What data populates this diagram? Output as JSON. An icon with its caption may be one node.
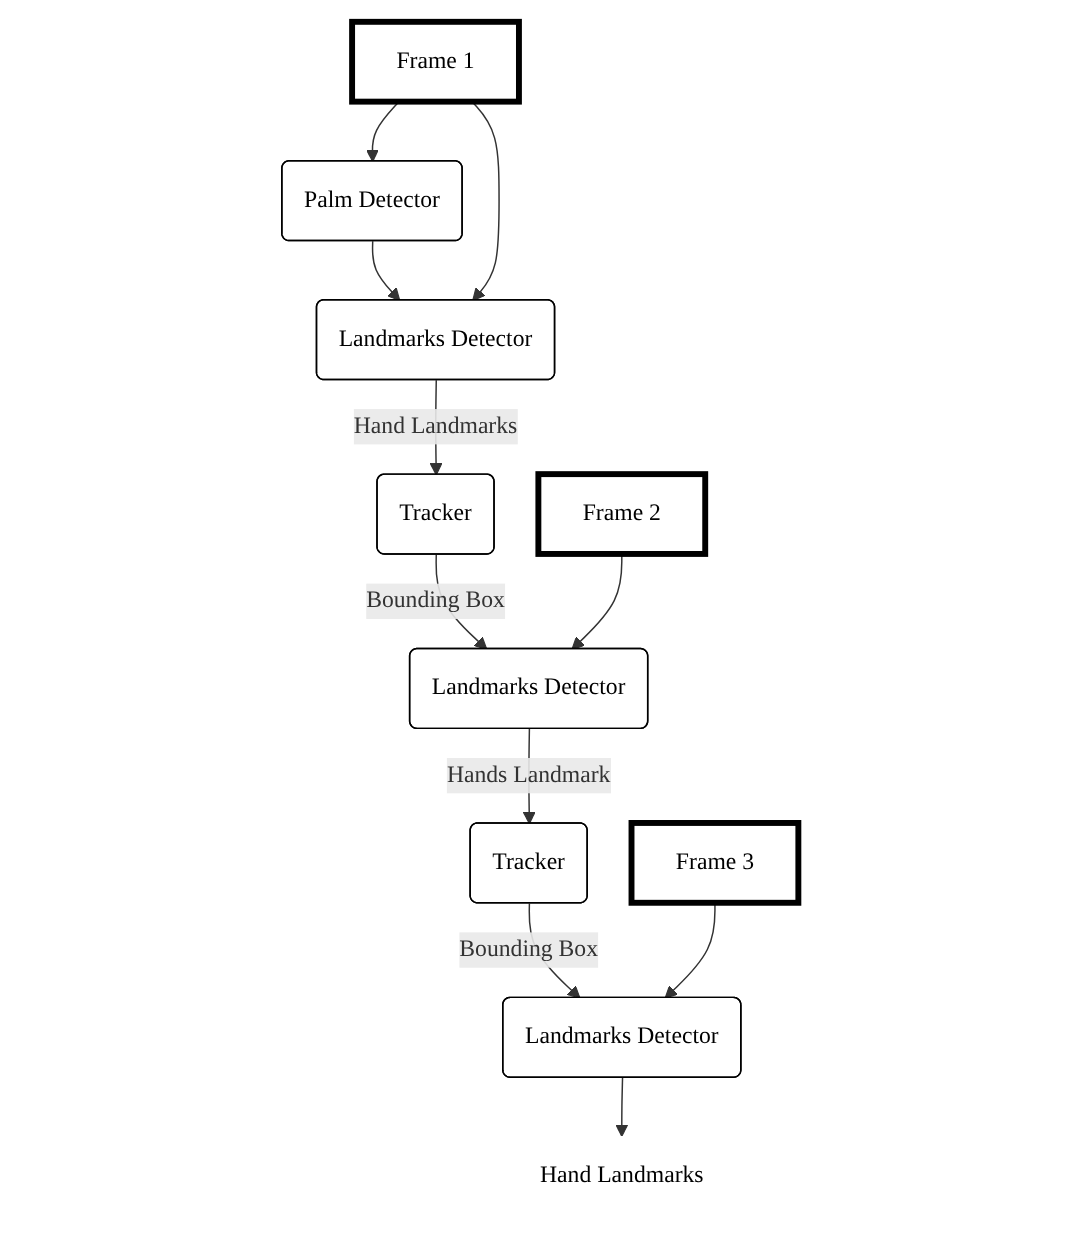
{
  "diagram": {
    "nodes": [
      {
        "text": [
          "Palm Detector"
        ]
      },
      {
        "text": [
          "Frame 1"
        ]
      },
      {
        "text": [
          "Landmarks Detector"
        ]
      },
      {
        "text": [
          "Tracker"
        ]
      },
      {
        "text": [
          "Frame 2"
        ]
      },
      {
        "text": [
          "Landmarks Detector"
        ]
      },
      {
        "text": [
          "Tracker"
        ]
      },
      {
        "text": [
          "Frame 3"
        ]
      },
      {
        "text": [
          "Landmarks Detector"
        ]
      },
      {
        "text": [
          "Hand Landmarks"
        ]
      }
    ],
    "edges": [
      {
        "from": 1,
        "to": 0,
        "arrow": "to"
      },
      {
        "from": 0,
        "to": 2,
        "arrow": "to"
      },
      {
        "from": 1,
        "to": 2,
        "arrow": "to"
      },
      {
        "from": 2,
        "to": 3,
        "arrow": "to",
        "label": "Hand Landmarks"
      },
      {
        "from": 3,
        "to": 5,
        "arrow": "to",
        "label": "Bounding Box"
      },
      {
        "from": 4,
        "to": 5,
        "arrow": "to"
      },
      {
        "from": 5,
        "to": 6,
        "arrow": "to",
        "label": "Hands Landmark"
      },
      {
        "from": 6,
        "to": 8,
        "arrow": "to",
        "label": "Bounding Box"
      },
      {
        "from": 7,
        "to": 8,
        "arrow": "to"
      },
      {
        "from": 8,
        "to": 9,
        "arrow": "to"
      }
    ]
  }
}
